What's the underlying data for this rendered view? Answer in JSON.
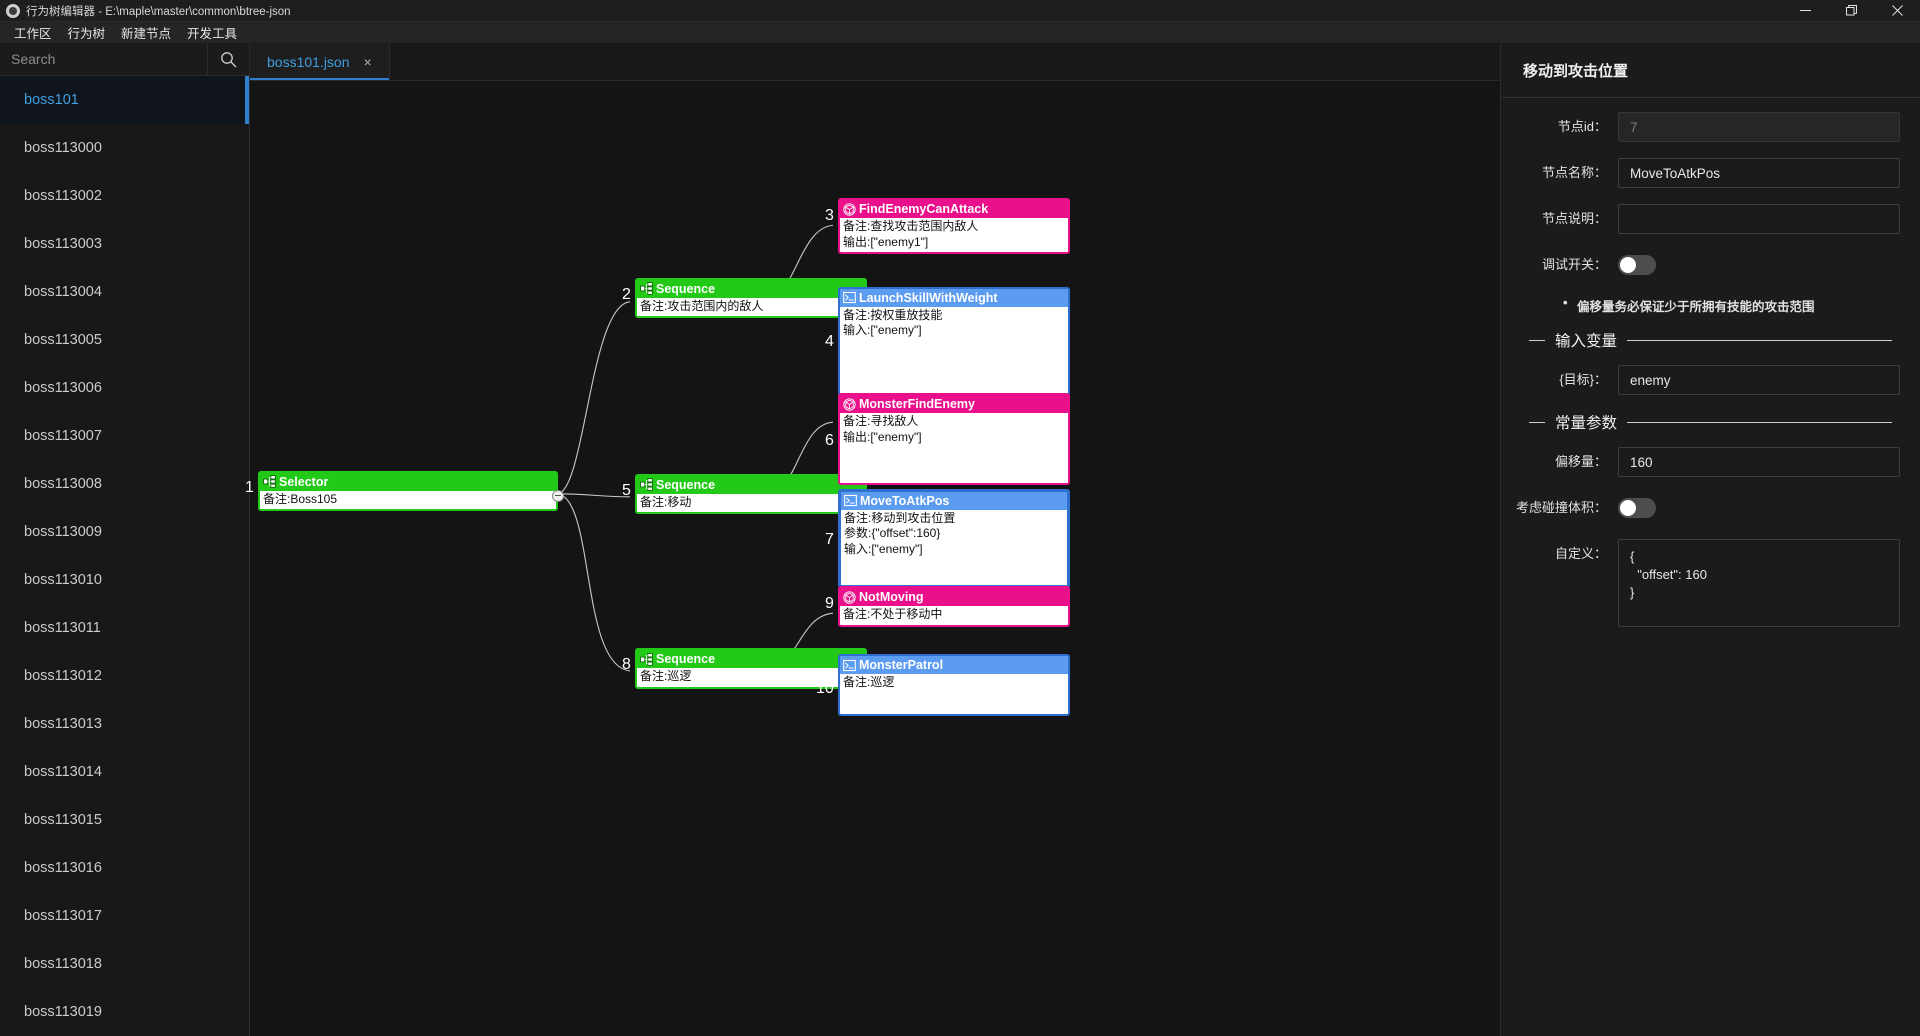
{
  "window": {
    "title": "行为树编辑器 - E:\\maple\\master\\common\\btree-json",
    "app_icon": "app-icon",
    "minimize": "minimize-icon",
    "maximize": "maximize-icon",
    "close": "close-icon"
  },
  "menubar": {
    "items": [
      {
        "label": "工作区"
      },
      {
        "label": "行为树"
      },
      {
        "label": "新建节点"
      },
      {
        "label": "开发工具"
      }
    ]
  },
  "sidebar": {
    "search": {
      "placeholder": "Search",
      "value": "",
      "icon": "search-icon"
    },
    "files": [
      {
        "label": "boss101",
        "active": true
      },
      {
        "label": "boss113000",
        "active": false
      },
      {
        "label": "boss113002",
        "active": false
      },
      {
        "label": "boss113003",
        "active": false
      },
      {
        "label": "boss113004",
        "active": false
      },
      {
        "label": "boss113005",
        "active": false
      },
      {
        "label": "boss113006",
        "active": false
      },
      {
        "label": "boss113007",
        "active": false
      },
      {
        "label": "boss113008",
        "active": false
      },
      {
        "label": "boss113009",
        "active": false
      },
      {
        "label": "boss113010",
        "active": false
      },
      {
        "label": "boss113011",
        "active": false
      },
      {
        "label": "boss113012",
        "active": false
      },
      {
        "label": "boss113013",
        "active": false
      },
      {
        "label": "boss113014",
        "active": false
      },
      {
        "label": "boss113015",
        "active": false
      },
      {
        "label": "boss113016",
        "active": false
      },
      {
        "label": "boss113017",
        "active": false
      },
      {
        "label": "boss113018",
        "active": false
      },
      {
        "label": "boss113019",
        "active": false
      }
    ]
  },
  "tabs": [
    {
      "label": "boss101.json",
      "close": "×",
      "active": true
    }
  ],
  "tree": {
    "nodes": [
      {
        "index": "1",
        "title": "Selector",
        "kind": "composite",
        "icon": "tree-node-icon",
        "lines": [
          "备注:Boss105"
        ],
        "selected": false
      },
      {
        "index": "2",
        "title": "Sequence",
        "kind": "composite",
        "icon": "tree-node-icon",
        "lines": [
          "备注:攻击范围内的敌人"
        ],
        "selected": false
      },
      {
        "index": "3",
        "title": "FindEnemyCanAttack",
        "kind": "condition",
        "icon": "cube-icon",
        "lines": [
          "备注:查找攻击范围内敌人",
          "输出:[\"enemy1\"]"
        ],
        "selected": false
      },
      {
        "index": "4",
        "title": "LaunchSkillWithWeight",
        "kind": "action",
        "icon": "terminal-icon",
        "lines": [
          "备注:按权重放技能",
          "输入:[\"enemy\"]"
        ],
        "selected": false
      },
      {
        "index": "5",
        "title": "Sequence",
        "kind": "composite",
        "icon": "tree-node-icon",
        "lines": [
          "备注:移动"
        ],
        "selected": false
      },
      {
        "index": "6",
        "title": "MonsterFindEnemy",
        "kind": "condition",
        "icon": "cube-icon",
        "lines": [
          "备注:寻找敌人",
          "输出:[\"enemy\"]"
        ],
        "selected": false
      },
      {
        "index": "7",
        "title": "MoveToAtkPos",
        "kind": "action",
        "icon": "terminal-icon",
        "lines": [
          "备注:移动到攻击位置",
          "参数:{\"offset\":160}",
          "输入:[\"enemy\"]"
        ],
        "selected": true
      },
      {
        "index": "8",
        "title": "Sequence",
        "kind": "composite",
        "icon": "tree-node-icon",
        "lines": [
          "备注:巡逻"
        ],
        "selected": false
      },
      {
        "index": "9",
        "title": "NotMoving",
        "kind": "condition",
        "icon": "cube-icon",
        "lines": [
          "备注:不处于移动中"
        ],
        "selected": false
      },
      {
        "index": "10",
        "title": "MonsterPatrol",
        "kind": "action",
        "icon": "terminal-icon",
        "lines": [
          "备注:巡逻"
        ],
        "selected": false
      }
    ]
  },
  "inspector": {
    "header": "移动到攻击位置",
    "node_id": {
      "label": "节点id：",
      "value": "7"
    },
    "node_name": {
      "label": "节点名称：",
      "value": "MoveToAtkPos"
    },
    "node_desc": {
      "label": "节点说明：",
      "value": "",
      "placeholder": ""
    },
    "debug_switch": {
      "label": "调试开关：",
      "on": false
    },
    "note": "偏移量务必保证少于所拥有技能的攻击范围",
    "section_input": "输入变量",
    "input_target": {
      "label": "{目标}：",
      "value": "enemy"
    },
    "section_const": "常量参数",
    "offset": {
      "label": "偏移量：",
      "value": "160"
    },
    "collision": {
      "label": "考虑碰撞体积：",
      "on": false
    },
    "custom": {
      "label": "自定义：",
      "value": "{\n  \"offset\": 160\n}"
    }
  },
  "colors": {
    "composite": "#22c916",
    "condition": "#ea0f8a",
    "action": "#5b9bf0",
    "selected": "#ffe400",
    "accent": "#3f9fe0",
    "canvas_bg": "#141414"
  }
}
